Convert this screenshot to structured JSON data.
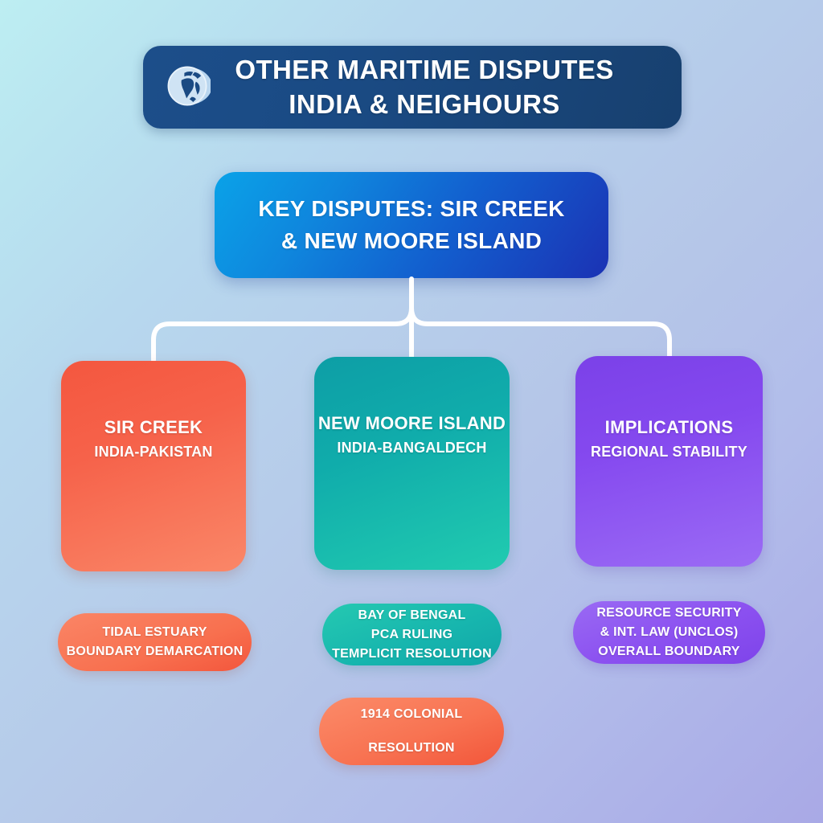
{
  "background": {
    "top_left_color": "#bdeef2",
    "bottom_right_color": "#a9a9e6"
  },
  "header": {
    "icon": "globe-icon",
    "line1": "OTHER MARITIME DISPUTES",
    "line2": "INDIA & NEIGHOURS",
    "color": "#1a4a83"
  },
  "subtitle": {
    "line1": "KEY DISPUTES: SIR CREEK",
    "line2": "& NEW MOORE ISLAND",
    "color_start": "#0aa2e8",
    "color_end": "#1b32b4"
  },
  "connector": {
    "color": "#ffffff"
  },
  "cards": [
    {
      "id": "sir-creek",
      "title": "SIR CREEK",
      "subtitle": "INDIA-PAKISTAN",
      "color": "#f4573f"
    },
    {
      "id": "new-moore",
      "title": "NEW MOORE ISLAND",
      "subtitle": "INDIA-BANGALDECH",
      "color": "#10acab"
    },
    {
      "id": "implications",
      "title": "IMPLICATIONS",
      "subtitle": "REGIONAL STABILITY",
      "color": "#8549ef"
    }
  ],
  "pills": [
    {
      "id": "sir-creek-detail",
      "lines": [
        "TIDAL ESTUARY",
        "BOUNDARY DEMARCATION"
      ],
      "color": "#f8704f"
    },
    {
      "id": "new-moore-detail",
      "lines": [
        "BAY OF BENGAL",
        "PCA RULING",
        "TEMPLICIT RESOLUTION"
      ],
      "color": "#17b6ae"
    },
    {
      "id": "implications-detail",
      "lines": [
        "RESOURCE SECURITY",
        "& INT. LAW (UNCLOS)",
        "OVERALL BOUNDARY"
      ],
      "color": "#8b50f0"
    },
    {
      "id": "colonial-detail",
      "lines": [
        "1914 COLONIAL",
        "RESOLUTION"
      ],
      "color": "#f87352"
    }
  ]
}
